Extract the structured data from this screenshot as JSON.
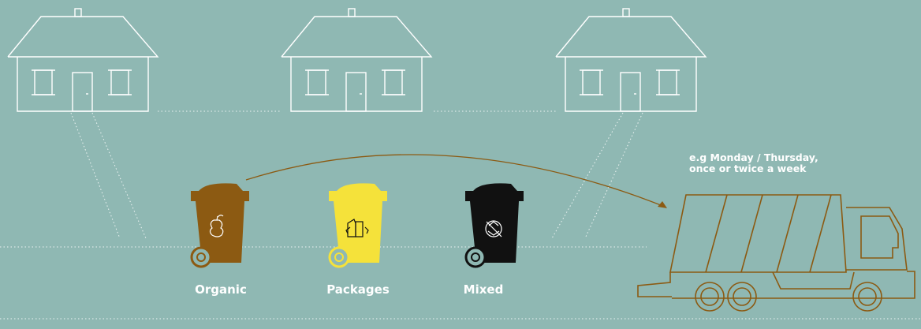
{
  "bins": [
    {
      "label": "Organic",
      "color": "#8c5a12",
      "icon": "apple-core-icon"
    },
    {
      "label": "Packages",
      "color": "#f5e23a",
      "icon": "carton-bottle-icon"
    },
    {
      "label": "Mixed",
      "color": "#111111",
      "icon": "no-recycling-icon"
    }
  ],
  "schedule": {
    "line1": "e.g Monday / Thursday,",
    "line2": "once or twice a week"
  },
  "colors": {
    "background": "#8fb8b3",
    "line": "#ffffff",
    "truck": "#8c5a12"
  }
}
